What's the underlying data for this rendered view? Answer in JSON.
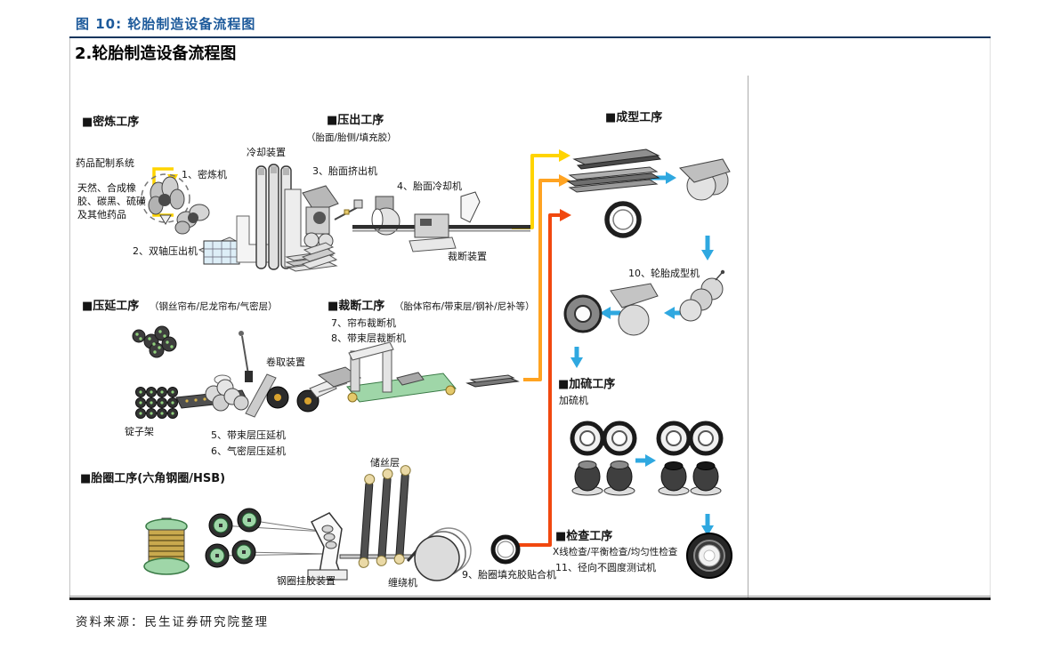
{
  "figure": {
    "caption": "图 10: 轮胎制造设备流程图",
    "section_heading": "2.轮胎制造设备流程图",
    "source": "资料来源：民生证券研究院整理"
  },
  "diagram": {
    "sections": {
      "mixing": {
        "title": "■密炼工序"
      },
      "extrusion": {
        "title": "■压出工序",
        "subtitle": "（胎面/胎侧/填充胶）"
      },
      "molding": {
        "title": "■成型工序"
      },
      "calendering": {
        "title": "■压延工序",
        "subtitle": "（钢丝帘布/尼龙帘布/气密层）"
      },
      "cutting": {
        "title": "■裁断工序",
        "subtitle": "（胎体帘布/带束层/钢补/尼补等）"
      },
      "vulcanizing": {
        "title": "■加硫工序",
        "machine": "加硫机"
      },
      "bead": {
        "title": "■胎圈工序(六角钢圈/HSB)"
      },
      "inspection": {
        "title": "■检查工序",
        "subtitle": "X线检查/平衡检查/均匀性检查",
        "item": "11、径向不圆度测试机"
      }
    },
    "labels": {
      "chemical_system": "药品配制系统",
      "materials": "天然、合成橡胶、碳黑、硫磺及其他药品",
      "mixer": "1、密炼机",
      "cooling_device": "冷却装置",
      "twin_extruder": "2、双轴压出机",
      "tread_extruder": "3、胎面挤出机",
      "tread_cooler": "4、胎面冷却机",
      "cutting_device": "裁断装置",
      "tire_building_machine": "10、轮胎成型机",
      "spindle_rack": "锭子架",
      "winder": "卷取装置",
      "belt_calender": "5、带束层压延机",
      "innerliner_calender": "6、气密层压延机",
      "cord_cutter": "7、帘布裁断机",
      "belt_cutter": "8、带束层裁断机",
      "wire_storage": "储丝层",
      "bead_coater": "钢圈挂胶装置",
      "winding_machine": "缠绕机",
      "bead_filler_machine": "9、胎圈填充胶贴合机"
    },
    "colors": {
      "caption_blue": "#1D5A9B",
      "rule_navy": "#17365D",
      "flow_yellow": "#FFD400",
      "flow_orange": "#FFA321",
      "flow_red": "#F1480F",
      "arrow_blue": "#2FA8E0",
      "belt_green": "#9FD6A8",
      "spool_gold": "#C9A94E"
    }
  }
}
